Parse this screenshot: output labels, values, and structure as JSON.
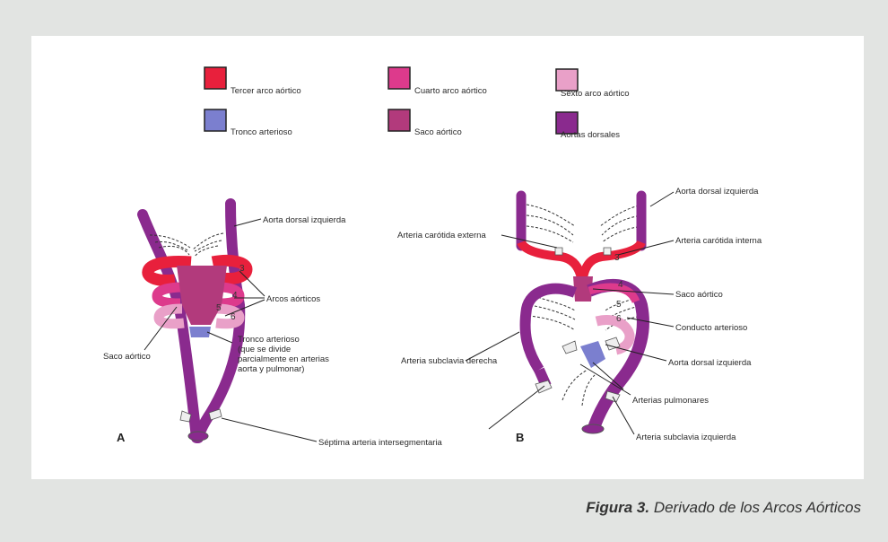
{
  "colors": {
    "third": "#e8203c",
    "fourth": "#dd3a8c",
    "sixth": "#e9a0c8",
    "truncus": "#7b7fcf",
    "sac": "#b23a7c",
    "dorsal": "#8a2a8e"
  },
  "legend": [
    {
      "key": "third",
      "label": "Tercer arco aórtico"
    },
    {
      "key": "fourth",
      "label": "Cuarto arco aórtico"
    },
    {
      "key": "sixth",
      "label": "Sexto arco aórtico"
    },
    {
      "key": "truncus",
      "label": "Tronco arterioso"
    },
    {
      "key": "sac",
      "label": "Saco aórtico"
    },
    {
      "key": "dorsal",
      "label": "Aortas dorsales"
    }
  ],
  "diagram_a": {
    "letter": "A",
    "labels": {
      "left_dorsal": "Aorta dorsal izquierda",
      "arches": "Arcos aórticos",
      "sac": "Saco aórtico",
      "truncus_1": "Tronco arterioso",
      "truncus_2": "(que se divide",
      "truncus_3": "parcialmente en arterias",
      "truncus_4": "aorta y pulmonar)",
      "seventh": "Séptima arteria intersegmentaria"
    },
    "numbers": [
      "3",
      "4",
      "5",
      "6"
    ]
  },
  "diagram_b": {
    "letter": "B",
    "labels": {
      "left_dorsal_top": "Aorta dorsal izquierda",
      "external_carotid": "Arteria carótida externa",
      "internal_carotid": "Arteria carótida interna",
      "sac": "Saco aórtico",
      "ductus": "Conducto arterioso",
      "right_subclavian": "Arteria subclavia derecha",
      "left_dorsal_low": "Aorta dorsal izquierda",
      "pulmonary": "Arterias pulmonares",
      "left_subclavian": "Arteria subclavia izquierda"
    },
    "numbers": [
      "3",
      "4",
      "5",
      "6"
    ]
  },
  "caption": {
    "label": "Figura 3.",
    "text": "Derivado de los Arcos Aórticos"
  }
}
